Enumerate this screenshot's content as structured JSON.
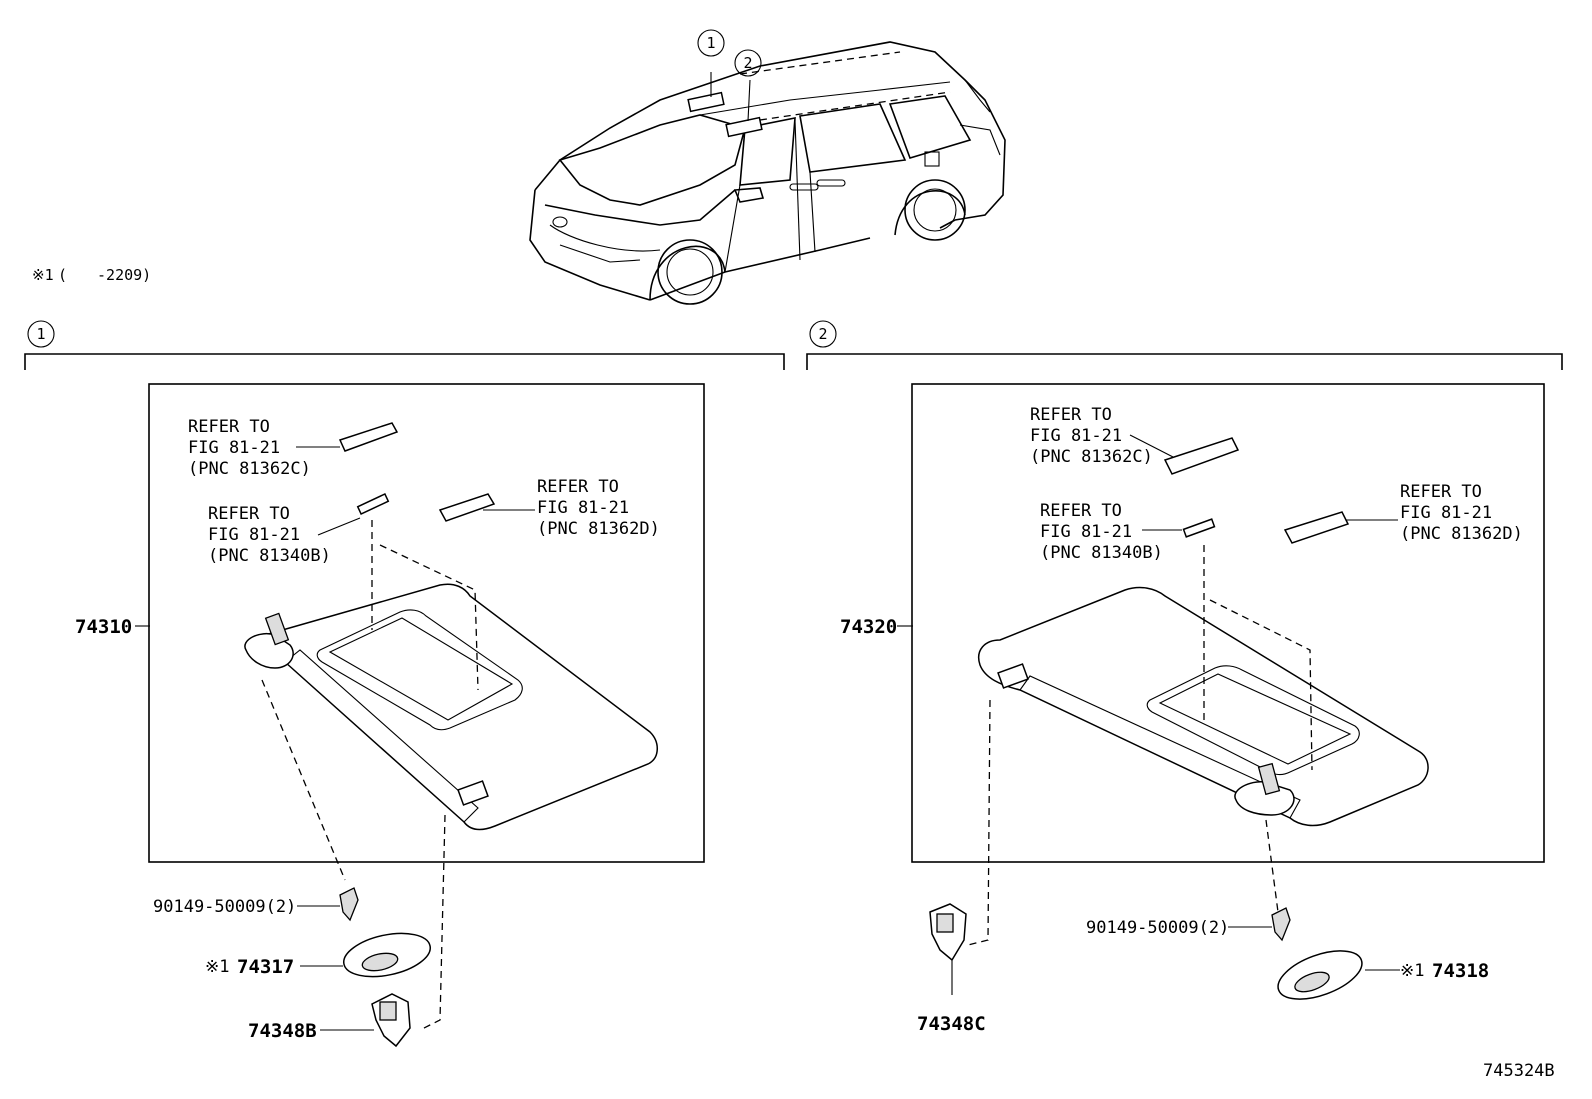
{
  "note": {
    "mark": "※1",
    "text": "(　　-2209)"
  },
  "callouts": {
    "one": "1",
    "two": "2"
  },
  "panel1": {
    "refs": {
      "top": [
        "REFER TO",
        "FIG 81-21",
        "(PNC 81362C)"
      ],
      "mid": [
        "REFER TO",
        "FIG 81-21",
        "(PNC 81340B)"
      ],
      "right": [
        "REFER TO",
        "FIG 81-21",
        "(PNC 81362D)"
      ]
    },
    "parts": {
      "visor": "74310",
      "screw": "90149-50009(2)",
      "cover_mark": "※1",
      "cover": "74317",
      "holder": "74348B"
    }
  },
  "panel2": {
    "refs": {
      "top": [
        "REFER TO",
        "FIG 81-21",
        "(PNC 81362C)"
      ],
      "mid": [
        "REFER TO",
        "FIG 81-21",
        "(PNC 81340B)"
      ],
      "right": [
        "REFER TO",
        "FIG 81-21",
        "(PNC 81362D)"
      ]
    },
    "parts": {
      "visor": "74320",
      "screw": "90149-50009(2)",
      "cover_mark": "※1",
      "cover": "74318",
      "holder": "74348C"
    }
  },
  "figure_id": "745324B"
}
